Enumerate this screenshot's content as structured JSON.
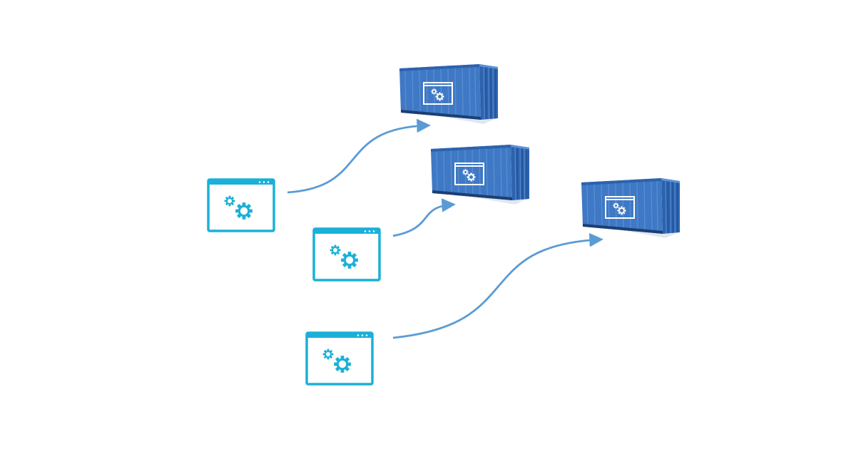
{
  "colors": {
    "background": "#ffffff",
    "app_window": "#1ab0d8",
    "container_front": "#3f78c4",
    "container_side": "#2d62ad",
    "container_rib_light": "#5b93d8",
    "container_rib_dark": "#1f4f92",
    "container_floor": "#1c3f73",
    "container_icon": "#ffffff",
    "arrow": "#5b9bd5"
  },
  "icons": {
    "application": "app-window-gears-icon",
    "container": "shipping-container-icon",
    "gears": "gears-icon"
  },
  "applications": [
    {
      "id": "app-1"
    },
    {
      "id": "app-2"
    },
    {
      "id": "app-3"
    }
  ],
  "containers": [
    {
      "id": "container-1"
    },
    {
      "id": "container-2"
    },
    {
      "id": "container-3"
    }
  ],
  "arrows": [
    {
      "from": "app-1",
      "to": "container-1"
    },
    {
      "from": "app-2",
      "to": "container-2"
    },
    {
      "from": "app-3",
      "to": "container-3"
    }
  ]
}
